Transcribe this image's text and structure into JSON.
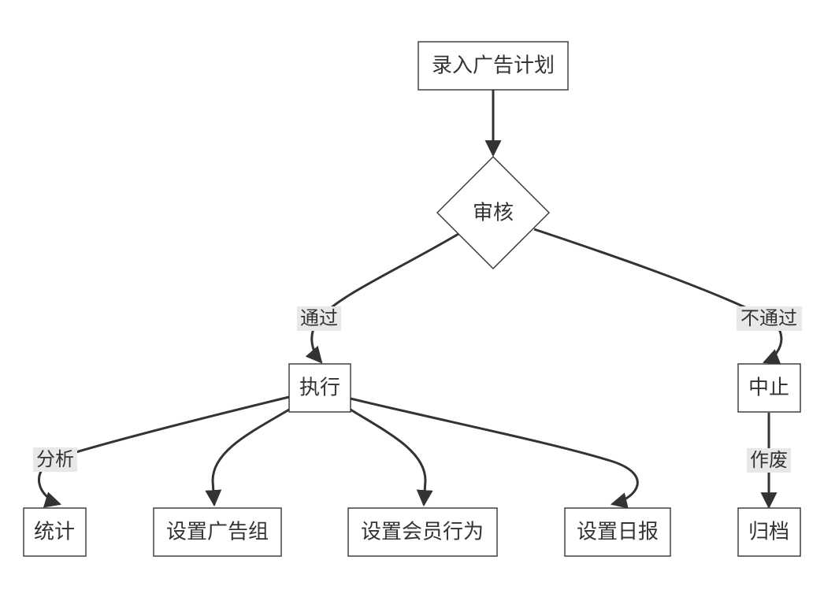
{
  "nodes": {
    "enter_plan": "录入广告计划",
    "review": "审核",
    "execute": "执行",
    "stop": "中止",
    "statistics": "统计",
    "set_ad_group": "设置广告组",
    "set_member_behavior": "设置会员行为",
    "set_daily_report": "设置日报",
    "archive": "归档"
  },
  "edge_labels": {
    "pass": "通过",
    "fail": "不通过",
    "analyze": "分析",
    "void": "作废"
  }
}
